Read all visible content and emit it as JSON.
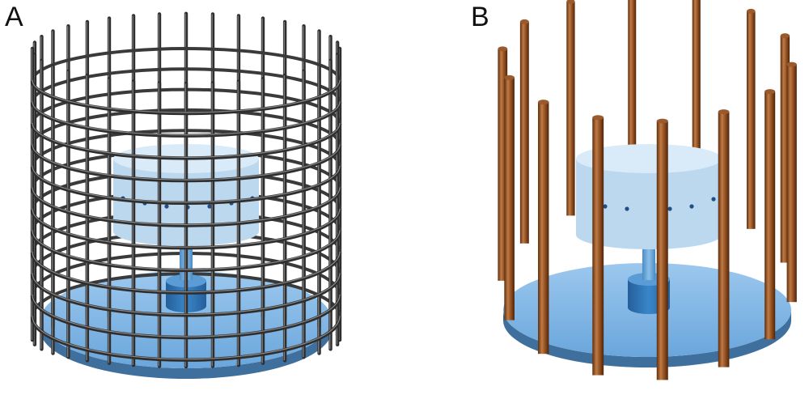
{
  "panels": [
    {
      "label": "A",
      "enclosure": "wire-mesh-cage",
      "colors": {
        "mesh": "#4a4a4a",
        "platform": "#7fb3e3",
        "platform_edge": "#3f6f9c",
        "drum": "#cfe3f4",
        "drum_side": "#bcd8ef",
        "pillar": "#5f9fd4",
        "motor": "#2f75b8",
        "dots": "#1f4f86"
      }
    },
    {
      "label": "B",
      "enclosure": "vertical-rods",
      "colors": {
        "rod": "#8a4a1c",
        "rod_highlight": "#c07a45",
        "platform": "#7fb3e3",
        "platform_edge": "#3f6f9c",
        "drum": "#cfe3f4",
        "drum_side": "#bcd8ef",
        "pillar": "#5f9fd4",
        "motor": "#2f75b8",
        "dots": "#1f4f86"
      }
    }
  ]
}
